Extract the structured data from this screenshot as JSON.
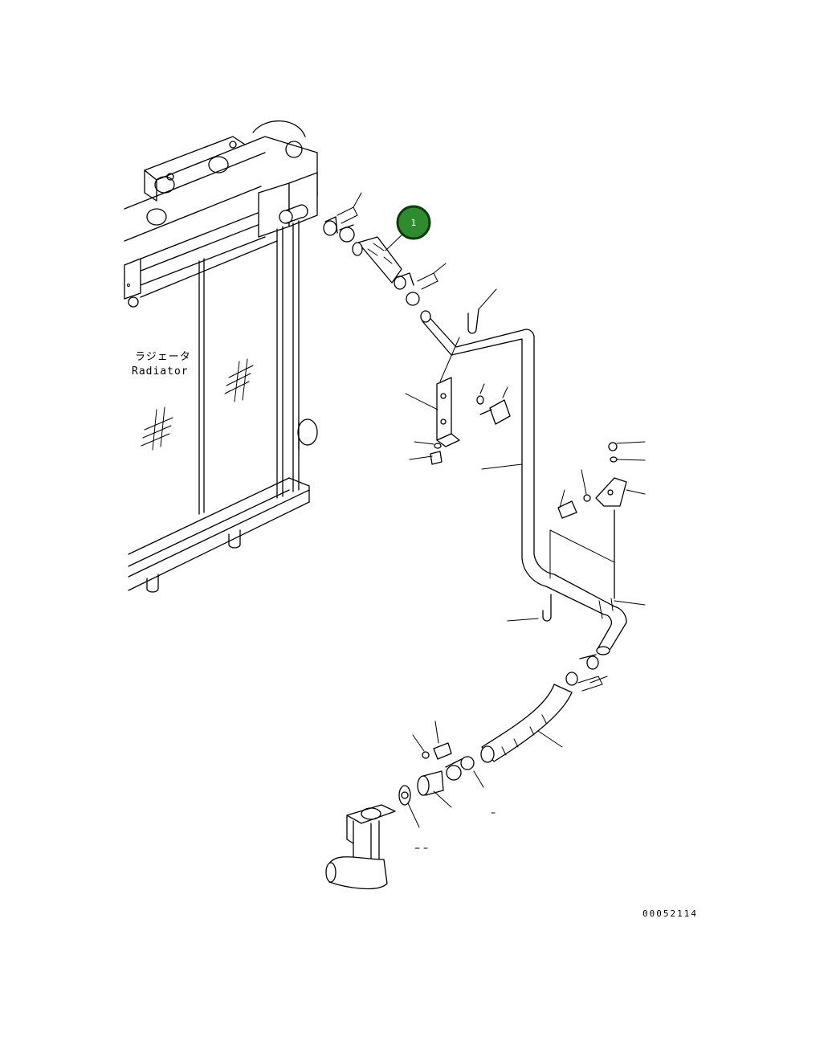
{
  "radiator_label_jp": "ラジェータ",
  "radiator_label_en": "Radiator",
  "callout": {
    "number": "1",
    "fill": "#2e8b2e",
    "stroke": "#0b3d0b"
  },
  "drawing_number": "00052114"
}
